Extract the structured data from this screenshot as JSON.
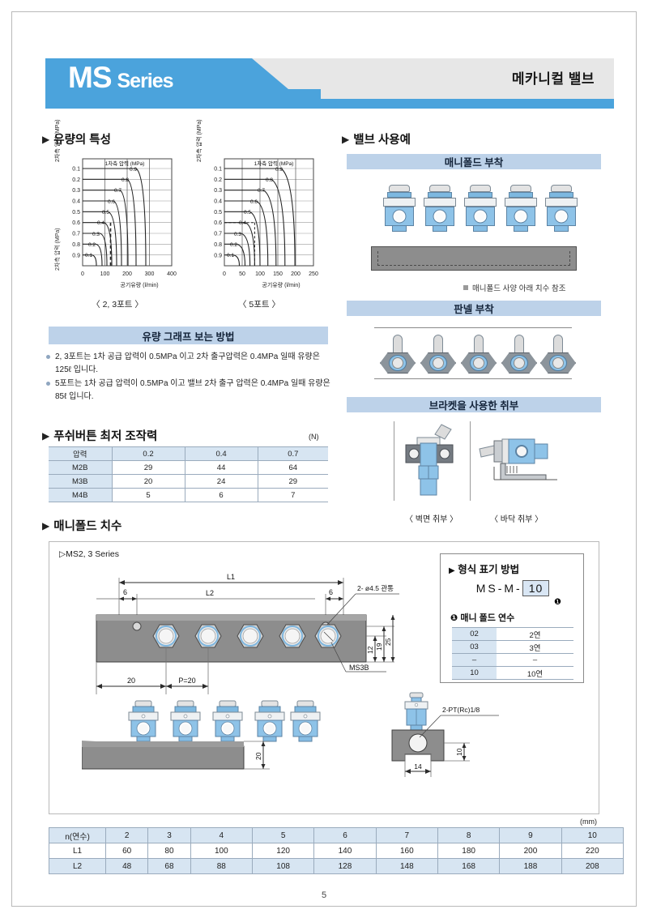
{
  "header": {
    "brand_ms": "MS",
    "brand_series": "Series",
    "subtitle": "메카니컬 밸브",
    "accent_blue": "#4ba3dc",
    "band_blue": "#bdd2e9"
  },
  "sections": {
    "flow_characteristics": "유량의 특성",
    "valve_usage": "밸브 사용예",
    "pushbutton_force": "푸쉬버튼 최저 조작력",
    "manifold_dims": "매니폴드 치수"
  },
  "chart_data": [
    {
      "type": "line",
      "title": "1차측 압력 (MPa)",
      "caption": "〈 2, 3포트 〉",
      "xlabel": "공기유량 (l/min)",
      "ylabel": "2차측 압력 (MPa)",
      "xlim": [
        0,
        400
      ],
      "ylim": [
        0,
        1.0
      ],
      "xticks": [
        0,
        100,
        200,
        300,
        400
      ],
      "yticks": [
        0.1,
        0.2,
        0.3,
        0.4,
        0.5,
        0.6,
        0.7,
        0.8,
        0.9
      ],
      "grid": true,
      "series": [
        {
          "name": "0.1",
          "plateau_y": 0.1,
          "x_end": 62
        },
        {
          "name": "0.2",
          "plateau_y": 0.2,
          "x_end": 90
        },
        {
          "name": "0.3",
          "plateau_y": 0.3,
          "x_end": 110
        },
        {
          "name": "0.4",
          "plateau_y": 0.4,
          "x_end": 132
        },
        {
          "name": "0.5",
          "plateau_y": 0.5,
          "x_end": 152
        },
        {
          "name": "0.6",
          "plateau_y": 0.6,
          "x_end": 176
        },
        {
          "name": "0.7",
          "plateau_y": 0.7,
          "x_end": 205
        },
        {
          "name": "0.8",
          "plateau_y": 0.8,
          "x_end": 240
        },
        {
          "name": "0.9",
          "plateau_y": 0.9,
          "x_end": 282
        }
      ],
      "marker": {
        "x": 125,
        "y": 0.4,
        "style": "dashed"
      }
    },
    {
      "type": "line",
      "title": "1차측 압력 (MPa)",
      "caption": "〈 5포트 〉",
      "xlabel": "공기유량 (l/min)",
      "ylabel": "2차측 압력 (MPa)",
      "xlim": [
        0,
        250
      ],
      "ylim": [
        0,
        1.0
      ],
      "xticks": [
        0,
        50,
        100,
        150,
        200,
        250
      ],
      "yticks": [
        0.1,
        0.2,
        0.3,
        0.4,
        0.5,
        0.6,
        0.7,
        0.8,
        0.9
      ],
      "grid": true,
      "series": [
        {
          "name": "0.1",
          "plateau_y": 0.1,
          "x_end": 42
        },
        {
          "name": "0.2",
          "plateau_y": 0.2,
          "x_end": 58
        },
        {
          "name": "0.3",
          "plateau_y": 0.3,
          "x_end": 72
        },
        {
          "name": "0.4",
          "plateau_y": 0.4,
          "x_end": 85
        },
        {
          "name": "0.5",
          "plateau_y": 0.5,
          "x_end": 100
        },
        {
          "name": "0.6",
          "plateau_y": 0.6,
          "x_end": 122
        },
        {
          "name": "0.7",
          "plateau_y": 0.7,
          "x_end": 145
        },
        {
          "name": "0.8",
          "plateau_y": 0.8,
          "x_end": 170
        },
        {
          "name": "0.9",
          "plateau_y": 0.9,
          "x_end": 198
        }
      ],
      "marker": {
        "x": 85,
        "y": 0.4,
        "style": "dashed"
      }
    }
  ],
  "howto": {
    "title": "유량 그래프 보는 방법",
    "bullets": [
      "2, 3포트는 1차 공급 압력이 0.5MPa 이고 2차 출구압력은 0.4MPa 일때 유량은 125ℓ 입니다.",
      "5포트는 1차 공급 압력이 0.5MPa 이고 밸브 2차 출구 압력은 0.4MPa 일때 유량은 85ℓ 입니다."
    ]
  },
  "force_table": {
    "unit": "(N)",
    "header": [
      "압력",
      "0.2",
      "0.4",
      "0.7"
    ],
    "rows": [
      {
        "model": "M2B",
        "values": [
          "29",
          "44",
          "64"
        ]
      },
      {
        "model": "M3B",
        "values": [
          "20",
          "24",
          "29"
        ]
      },
      {
        "model": "M4B",
        "values": [
          "5",
          "6",
          "7"
        ]
      }
    ]
  },
  "usage": {
    "manifold_title": "매니폴드 부착",
    "manifold_note": "매니폴드 사양 아래 치수 참조",
    "panel_title": "판넬 부착",
    "bracket_title": "브라켓을 사용한 취부",
    "bracket_captions": [
      "〈 벽면 취부 〉",
      "〈 바닥 취부 〉"
    ]
  },
  "drawing": {
    "series_label": "▷MS2, 3 Series",
    "L1": "L1",
    "L2": "L2",
    "edge_left": "6",
    "edge_right": "6",
    "hole_note": "2- ø4.5 관통",
    "pitch_start": "20",
    "pitch": "P=20",
    "part_label": "MS3B",
    "dim_12": "12",
    "dim_19": "19",
    "dim_25": "25",
    "dim_20": "20",
    "dim_10": "10",
    "dim_14": "14",
    "port_note": "2-PT(Rc)1/8"
  },
  "model_code": {
    "title": "형식 표기 방법",
    "parts": [
      "MS",
      "-",
      "M",
      "-"
    ],
    "variant": "10",
    "marker": "❶",
    "legend_title": "매니 폴드 연수",
    "rows": [
      {
        "code": "02",
        "desc": "2연"
      },
      {
        "code": "03",
        "desc": "3연"
      },
      {
        "code": "–",
        "desc": "–"
      },
      {
        "code": "10",
        "desc": "10연"
      }
    ]
  },
  "dims_table": {
    "unit": "(mm)",
    "header": [
      "n(연수)",
      "2",
      "3",
      "4",
      "5",
      "6",
      "7",
      "8",
      "9",
      "10"
    ],
    "L1": [
      "L1",
      "60",
      "80",
      "100",
      "120",
      "140",
      "160",
      "180",
      "200",
      "220"
    ],
    "L2": [
      "L2",
      "48",
      "68",
      "88",
      "108",
      "128",
      "148",
      "168",
      "188",
      "208"
    ]
  },
  "footer": {
    "page": "5"
  }
}
